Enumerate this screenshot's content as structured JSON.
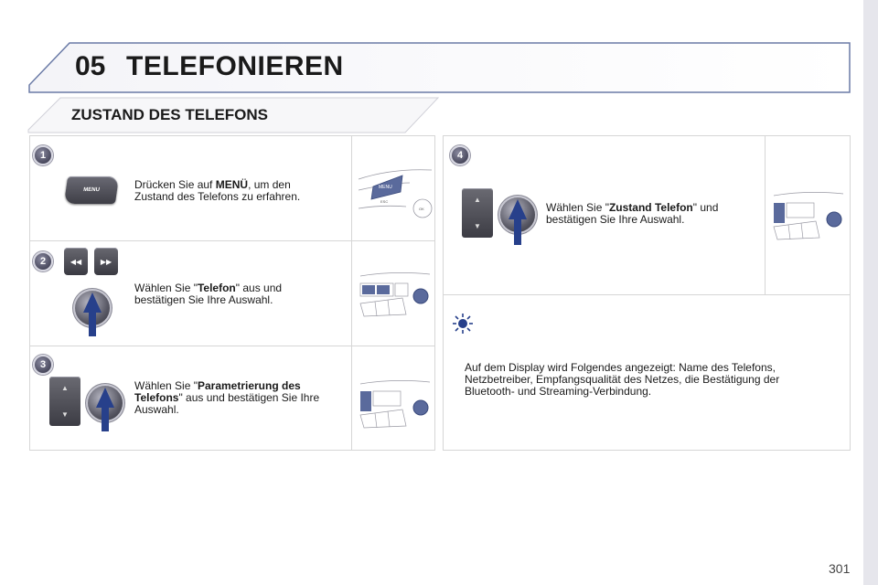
{
  "header": {
    "chapter_number": "05",
    "chapter_title": "TELEFONIEREN"
  },
  "section": {
    "title": "ZUSTAND DES TELEFONS"
  },
  "steps": [
    {
      "number": "1",
      "text_before": "Drücken Sie auf ",
      "bold": "MENÜ",
      "text_after": ", um den Zustand des Telefons zu erfahren.",
      "key_label": "MENU"
    },
    {
      "number": "2",
      "text_before": "Wählen Sie \"",
      "bold": "Telefon",
      "text_after": "\" aus und bestätigen Sie Ihre Auswahl.",
      "key_label": "OK"
    },
    {
      "number": "3",
      "text_before": "Wählen Sie \"",
      "bold": "Parametrierung des Telefons",
      "text_after": "\" aus und bestätigen Sie Ihre Auswahl.",
      "key_label": "OK"
    },
    {
      "number": "4",
      "text_before": "Wählen Sie \"",
      "bold": "Zustand Telefon",
      "text_after": "\" und bestätigen Sie Ihre Auswahl.",
      "key_label": "OK"
    }
  ],
  "info": {
    "text": "Auf dem Display wird Folgendes angezeigt: Name des Telefons, Netzbetreiber, Empfangsqualität des Netzes, die Bestätigung der Bluetooth- und Streaming-Verbindung."
  },
  "thumb_labels": {
    "menu": "MENU",
    "esc": "ESC",
    "ok": "OK"
  },
  "page_number": "301",
  "colors": {
    "accent_blue": "#27408b",
    "header_blue": "#5a6a96"
  }
}
